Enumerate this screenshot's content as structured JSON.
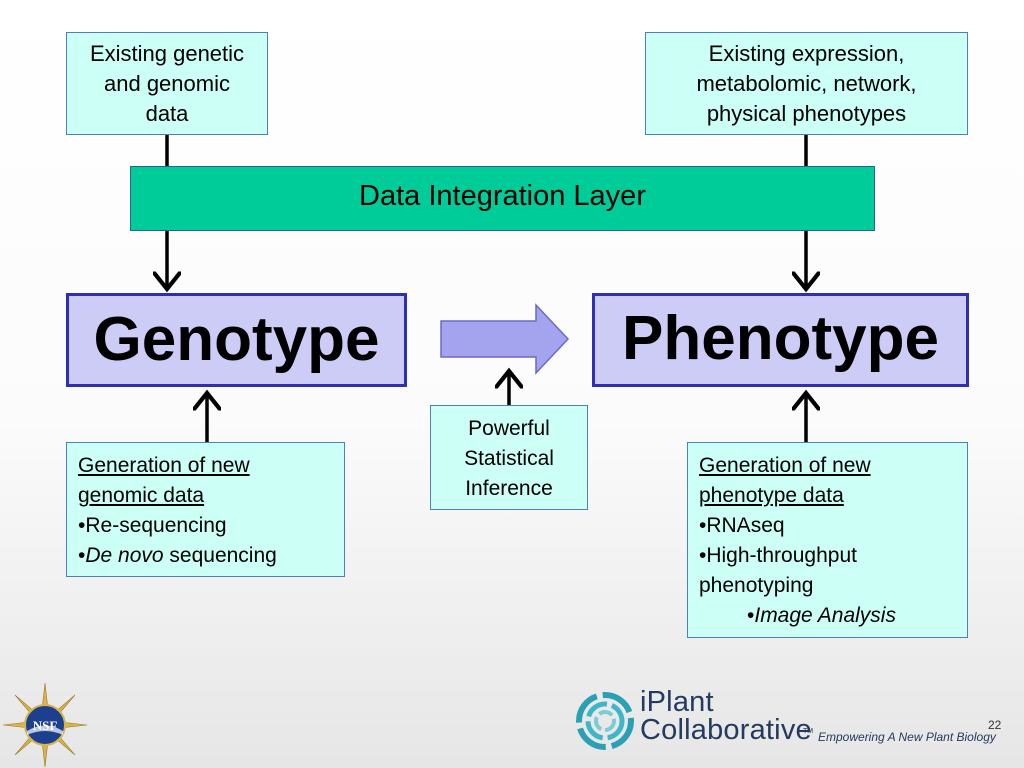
{
  "top_left_box": {
    "lines": [
      "Existing genetic",
      "and genomic",
      "data"
    ]
  },
  "top_right_box": {
    "lines": [
      "Existing expression,",
      "metabolomic, network,",
      "physical phenotypes"
    ]
  },
  "integration_layer": {
    "label": "Data Integration Layer"
  },
  "genotype": {
    "label": "Genotype"
  },
  "phenotype": {
    "label": "Phenotype"
  },
  "inference_box": {
    "lines": [
      "Powerful",
      "Statistical",
      "Inference"
    ]
  },
  "genomic_box": {
    "heading_1": "Generation of new",
    "heading_2": "genomic data",
    "bullet_1": "•Re-sequencing",
    "bullet_2_prefix": "•",
    "bullet_2_italic": "De novo",
    "bullet_2_rest": " sequencing"
  },
  "phenotype_box": {
    "heading_1": "Generation of new",
    "heading_2": "phenotype data",
    "bullet_1": "•RNAseq",
    "bullet_2_line1": "•High-throughput",
    "bullet_2_line2": "phenotyping",
    "sub_bullet_prefix": "•",
    "sub_bullet_italic": "Image Analysis"
  },
  "footer": {
    "nsf_logo_text": "NSF",
    "brand_line1": "iPlant",
    "brand_line2": "Collaborative",
    "trademark": "TM",
    "tagline": "Empowering A New Plant Biology",
    "page_number": "22"
  },
  "colors": {
    "cyan_box": "#ccfff5",
    "integration_green": "#00cc99",
    "lavender_box": "#ccccf7",
    "big_box_border": "#2f2fb0",
    "block_arrow": "#a3a3ee",
    "brand_teal": "#2aa0b5",
    "brand_navy": "#243a5e"
  },
  "icons": [
    "nsf-logo",
    "iplant-logo",
    "block-arrow-right"
  ]
}
